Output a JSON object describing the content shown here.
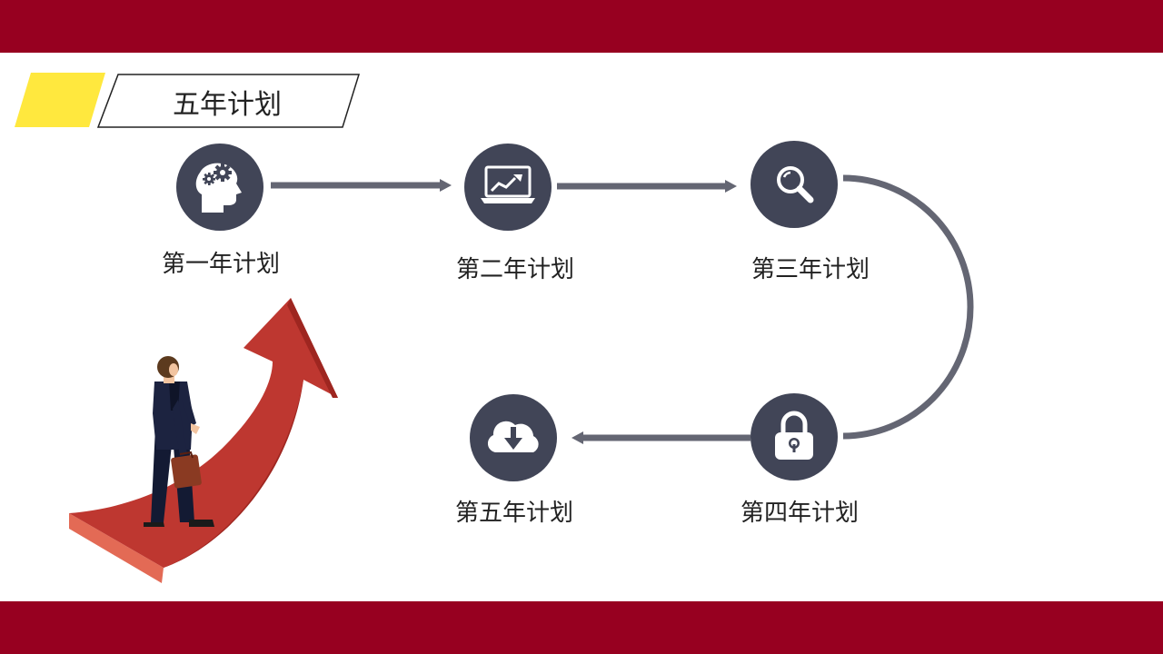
{
  "colors": {
    "band": "#970020",
    "accent_yellow": "#FFE83E",
    "node_fill": "#414557",
    "connector": "#646673",
    "arrow_red": "#BE3730",
    "arrow_red_dark": "#9E2620",
    "arrow_red_side": "#E36A55"
  },
  "title": "五年计划",
  "steps": [
    {
      "label": "第一年计划",
      "icon": "brain-gears-icon"
    },
    {
      "label": "第二年计划",
      "icon": "laptop-chart-icon"
    },
    {
      "label": "第三年计划",
      "icon": "magnifier-icon"
    },
    {
      "label": "第四年计划",
      "icon": "padlock-icon"
    },
    {
      "label": "第五年计划",
      "icon": "cloud-download-icon"
    }
  ],
  "illustration": "businessman-walking-up-red-arrow"
}
